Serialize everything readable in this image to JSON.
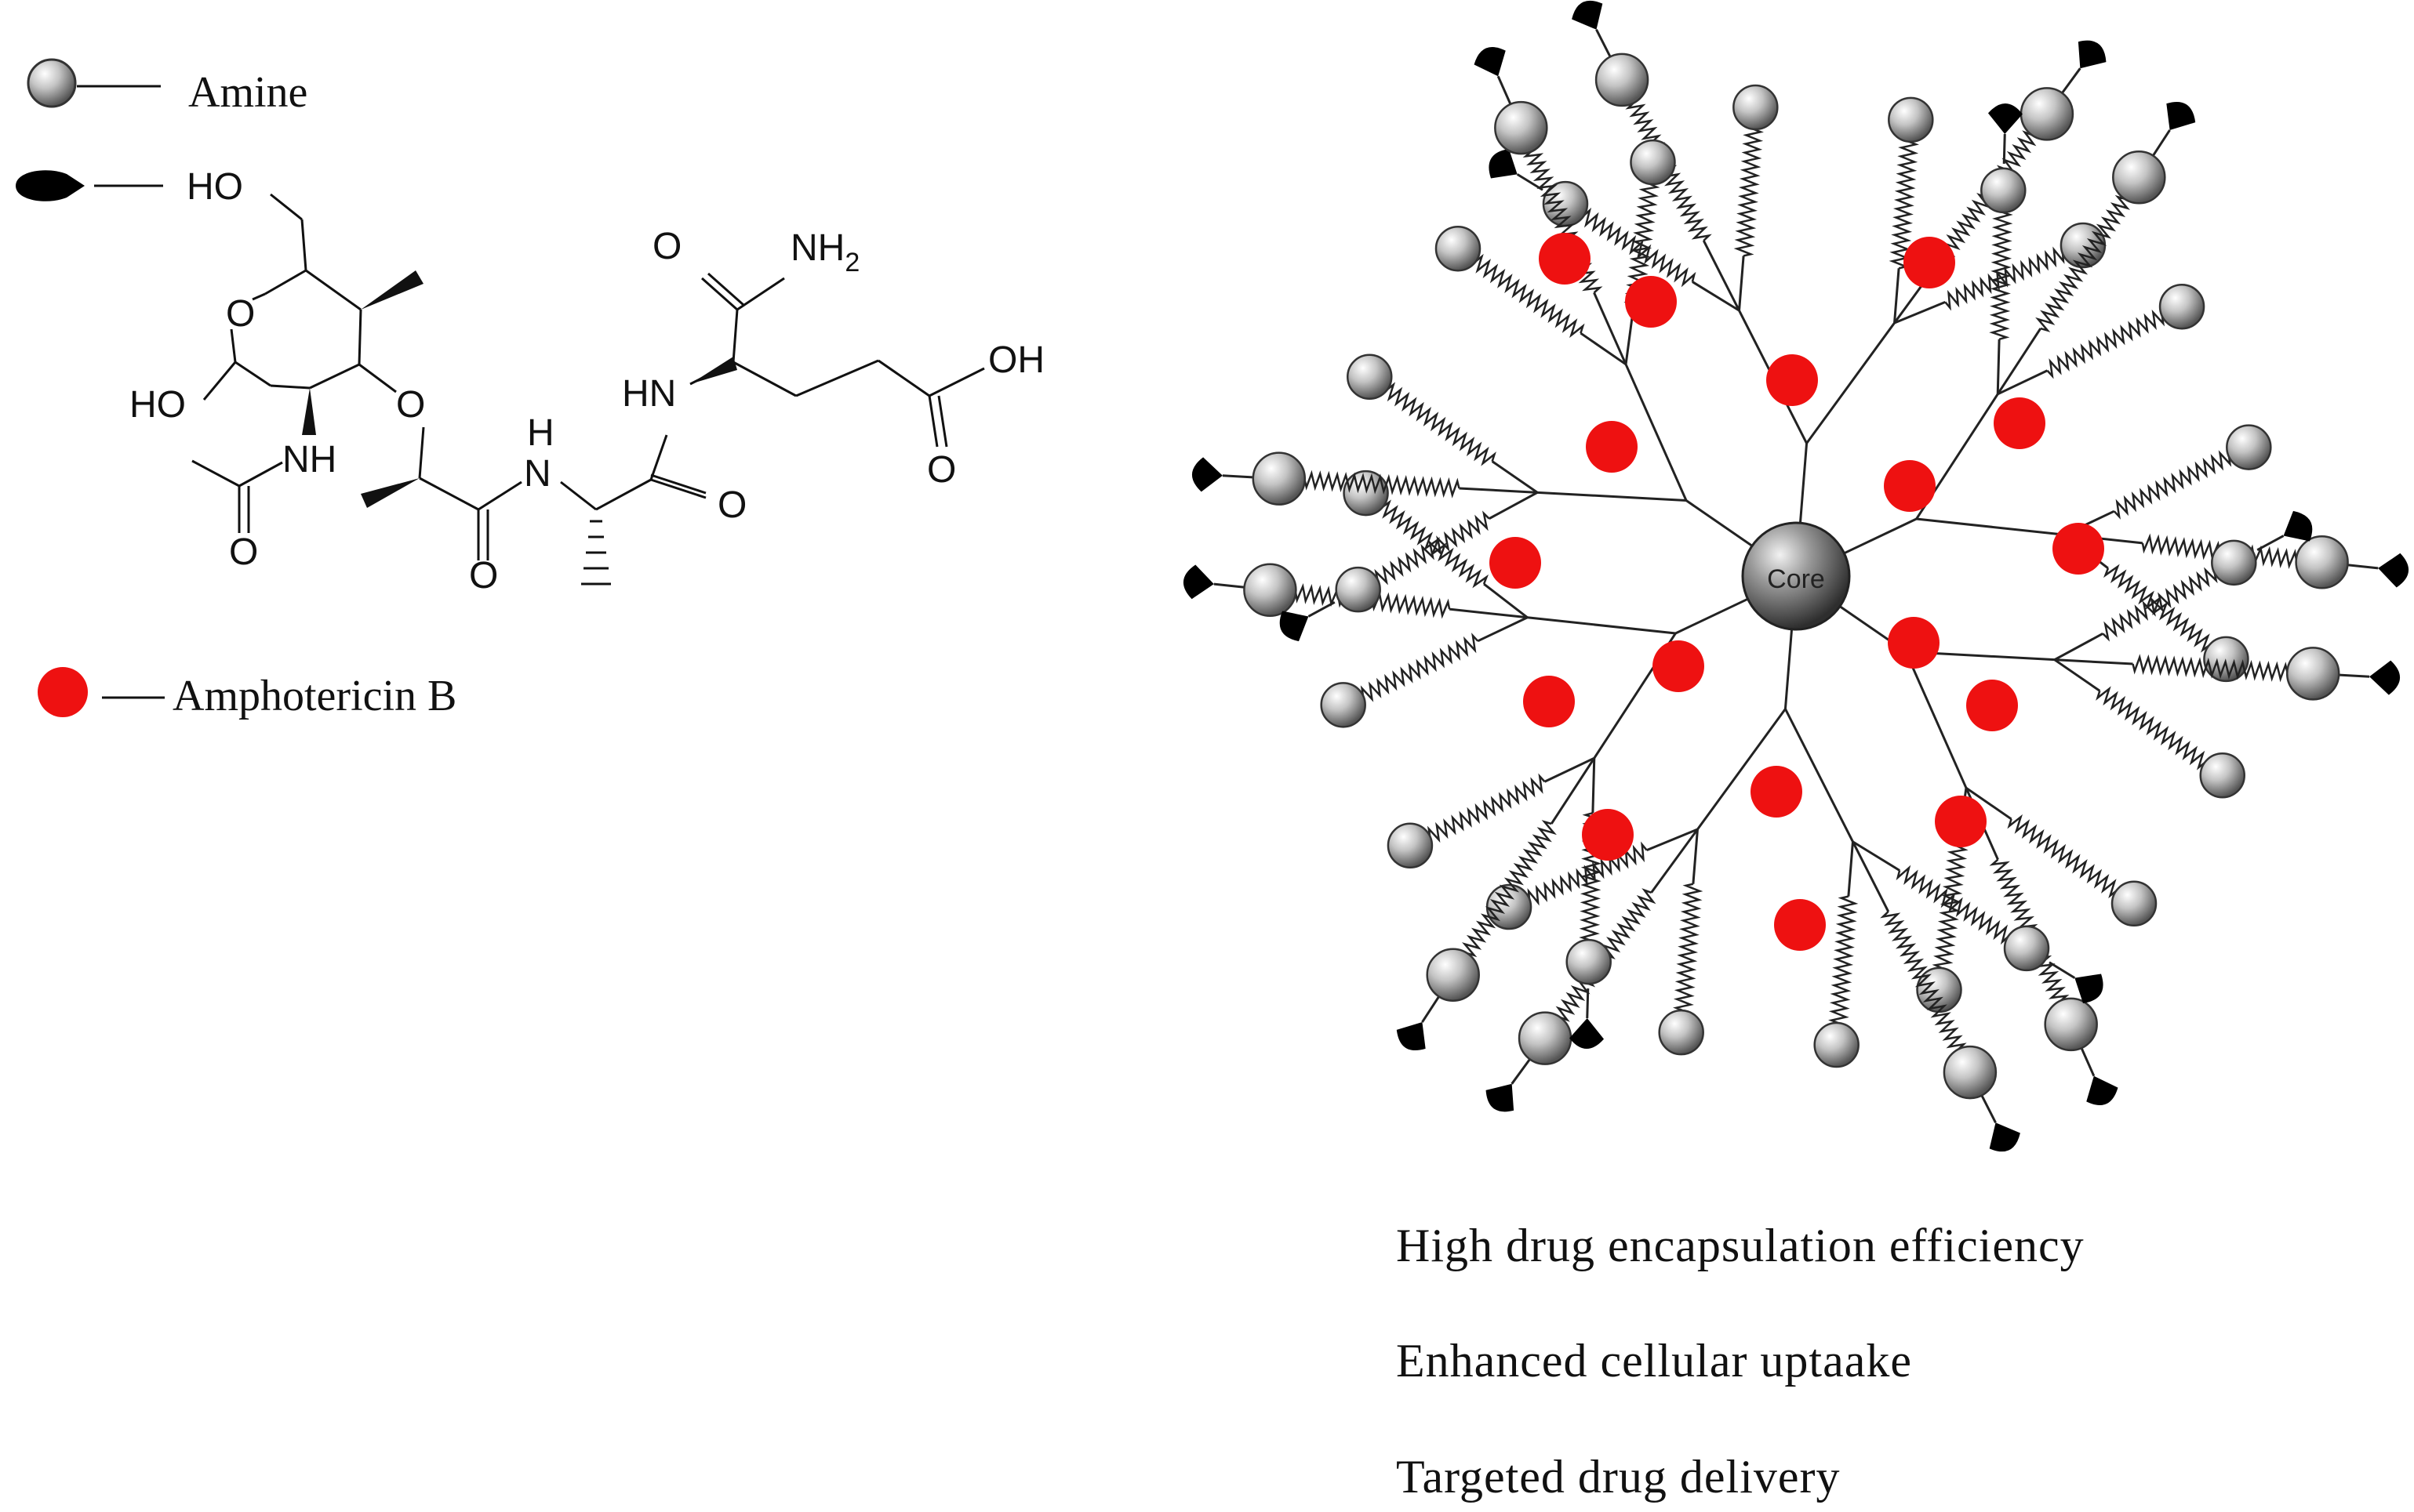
{
  "legend": {
    "amine_label": "Amine",
    "ligand_label_prefix": "HO",
    "drug_label": "Amphotericin B"
  },
  "molecule_labels": {
    "ho_top": "HO",
    "ring_o": "O",
    "ho_left": "HO",
    "ether_o": "O",
    "nh_sugar": "NH",
    "acetyl_o": "O",
    "lactyl_o": "O",
    "amide_nh1": "H",
    "amide_n1": "N",
    "ala_o": "O",
    "hn_glu": "HN",
    "glu_o": "O",
    "nh2": "NH2",
    "cooh_oh": "OH",
    "cooh_o": "O"
  },
  "dendrimer": {
    "core_label": "Core"
  },
  "benefits": [
    "High drug encapsulation efficiency",
    "Enhanced cellular uptaake",
    "Targeted drug delivery"
  ],
  "colors": {
    "drug": "#ee1111",
    "amine": "#b8b8b8",
    "ligand": "#000000",
    "line": "#222222"
  }
}
